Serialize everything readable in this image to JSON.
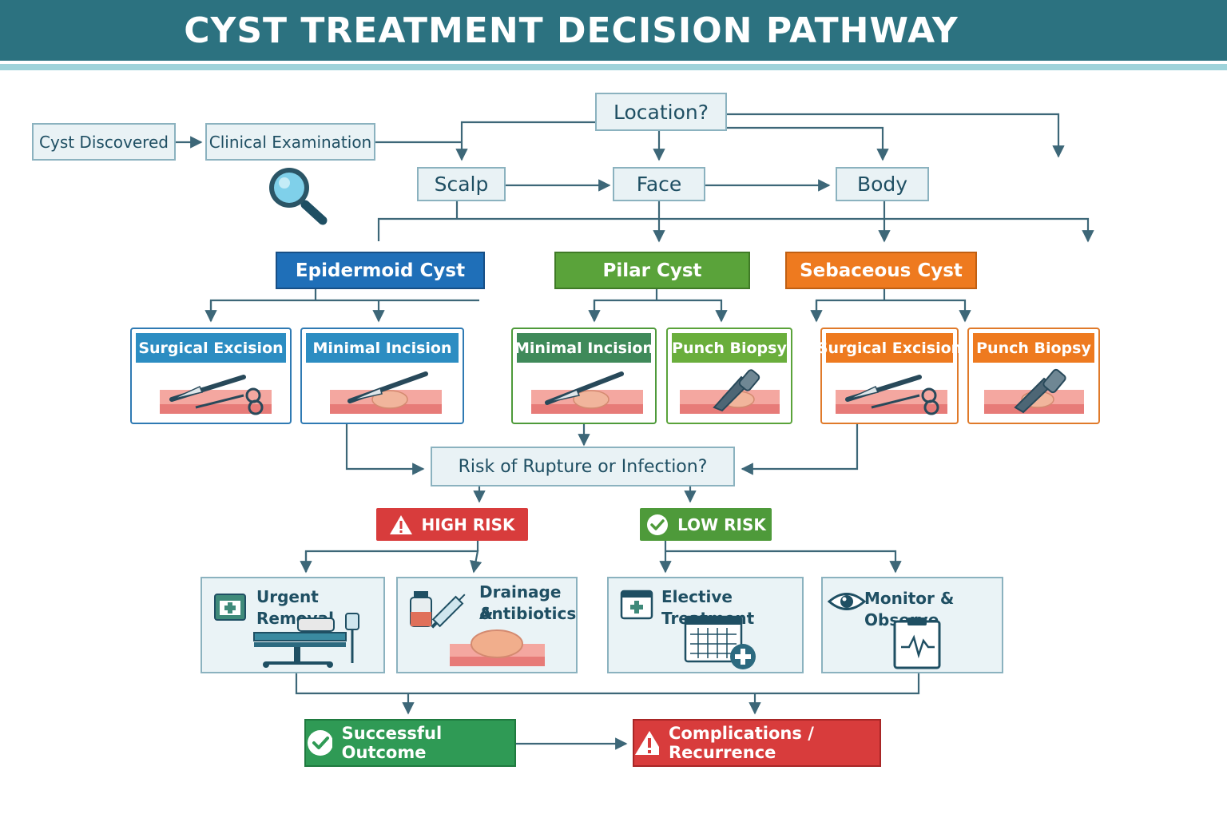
{
  "title": "CYST TREATMENT DECISION PATHWAY",
  "start": {
    "discovered": "Cyst Discovered",
    "examination": "Clinical Examination"
  },
  "location": {
    "question": "Location?",
    "scalp": "Scalp",
    "face": "Face",
    "body": "Body"
  },
  "cyst_types": {
    "epidermoid": "Epidermoid Cyst",
    "pilar": "Pilar Cyst",
    "sebaceous": "Sebaceous Cyst"
  },
  "procedures": [
    {
      "label": "Surgical Excision",
      "icon": "scalpel-scissors-icon"
    },
    {
      "label": "Minimal Incision",
      "icon": "scalpel-icon"
    },
    {
      "label": "Minimal Incision",
      "icon": "scalpel-icon"
    },
    {
      "label": "Punch Biopsy",
      "icon": "punch-tool-icon"
    },
    {
      "label": "Surgical Excision",
      "icon": "scalpel-scissors-icon"
    },
    {
      "label": "Punch Biopsy",
      "icon": "punch-tool-icon"
    }
  ],
  "risk": {
    "question": "Risk of Rupture or Infection?",
    "high": "HIGH RISK",
    "low": "LOW RISK"
  },
  "treatments": {
    "urgent": "Urgent Removal",
    "drainage_1": "Drainage &",
    "drainage_2": "Antibiotics",
    "elective": "Elective Treatment",
    "monitor": "Monitor & Observe"
  },
  "outcomes": {
    "success": "Successful Outcome",
    "complications": "Complications / Recurrence"
  },
  "colors": {
    "header": "#2c7280",
    "epidermoid": "#1f6fb8",
    "pilar": "#5aa33a",
    "sebaceous": "#ee7a1f",
    "high_risk": "#d83c3c",
    "low_risk": "#4e9a3a",
    "success": "#2f9a55",
    "complications": "#d83c3c",
    "line": "#3d6778"
  }
}
